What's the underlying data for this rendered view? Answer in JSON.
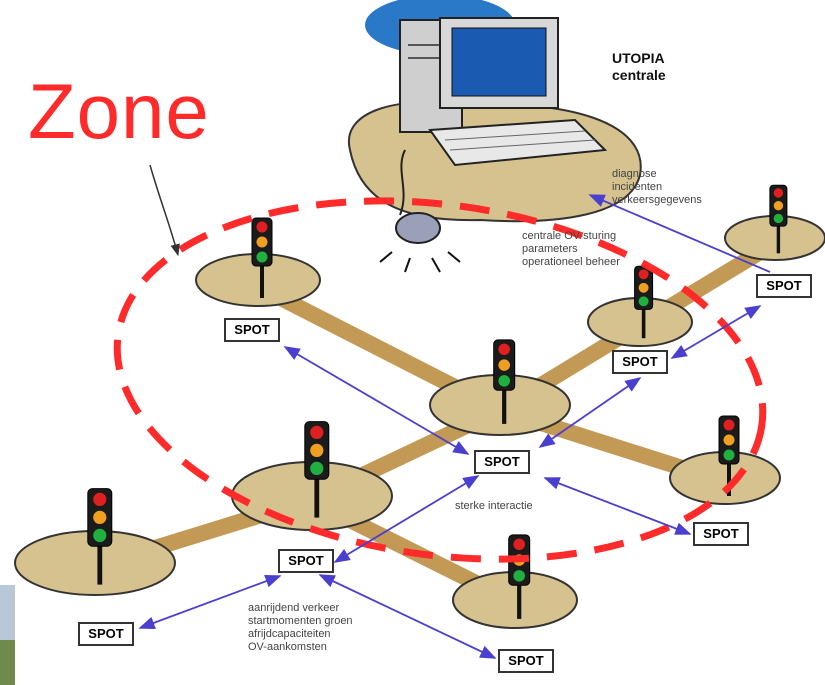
{
  "zone_label": "Zone",
  "central": {
    "title_line1": "UTOPIA",
    "title_line2": "centrale"
  },
  "notes": {
    "central_up": [
      "diagnose",
      "incidenten",
      "verkeersgegevens"
    ],
    "central_down": [
      "centrale OV-sturing",
      "parameters",
      "operationeel beheer"
    ],
    "interaction": "sterke interactie",
    "local": [
      "aanrijdend verkeer",
      "startmomenten groen",
      "afrijdcapaciteiten",
      "OV-aankomsten"
    ]
  },
  "spot_label": "SPOT",
  "colors": {
    "zone": "#ff2a2a",
    "arrow": "#4b3fcf",
    "road": "#c39a55",
    "ground": "#d6c28e",
    "signal_red": "#e02020",
    "signal_amber": "#f0a020",
    "signal_green": "#20b040"
  }
}
